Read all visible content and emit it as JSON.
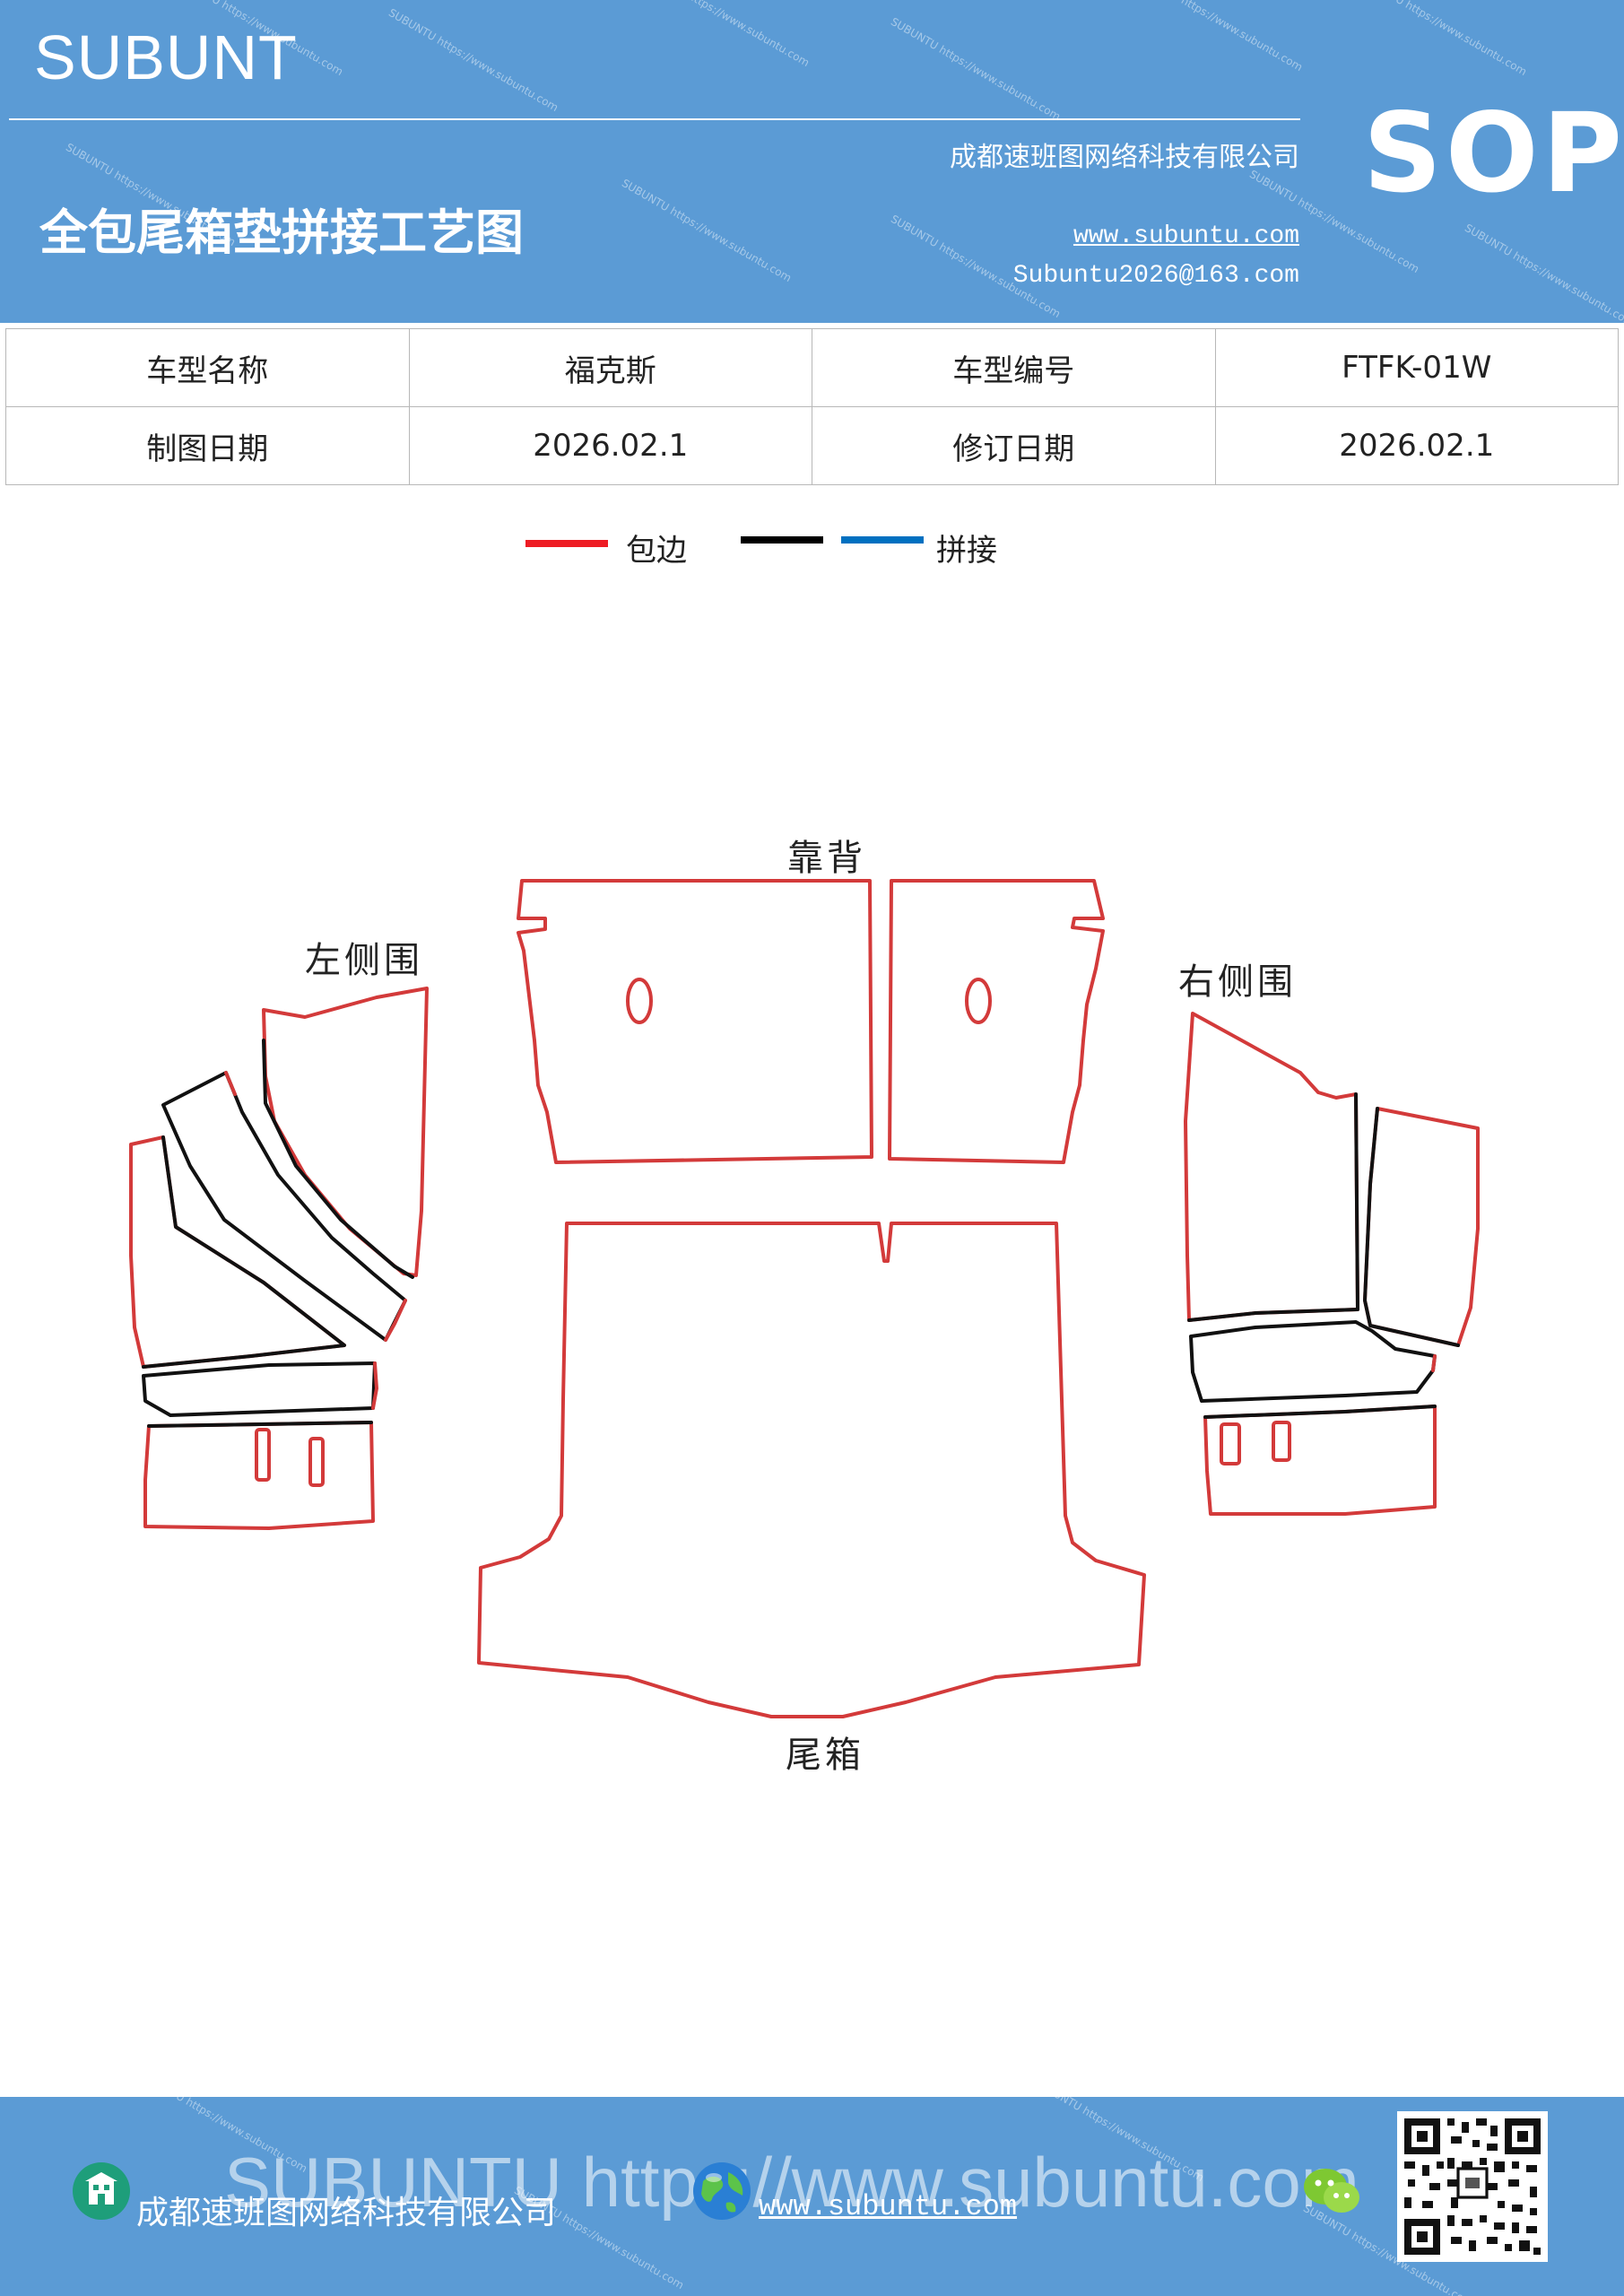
{
  "header": {
    "brand": "SUBUNT",
    "title": "全包尾箱垫拼接工艺图",
    "company": "成都速班图网络科技有限公司",
    "website": "www.subuntu.com",
    "email": "Subuntu2026@163.com",
    "badge": "SOP"
  },
  "info_table": {
    "rows": [
      [
        "车型名称",
        "福克斯",
        "车型编号",
        "FTFK-01W"
      ],
      [
        "制图日期",
        "2026.02.1",
        "修订日期",
        "2026.02.1"
      ]
    ]
  },
  "legend": {
    "items": [
      {
        "label": "包边",
        "color": "#ee1c24"
      },
      {
        "label": "拼接",
        "colors": [
          "#000000",
          "#0070c0"
        ]
      }
    ]
  },
  "diagram": {
    "labels": {
      "backrest": "靠背",
      "left_side": "左侧围",
      "right_side": "右侧围",
      "trunk": "尾箱"
    },
    "colors": {
      "edge": "#d33a3a",
      "seam": "#111111"
    }
  },
  "footer": {
    "company": "成都速班图网络科技有限公司",
    "website": "www.subuntu.com",
    "watermark": "SUBUNTU https://www.subuntu.com"
  }
}
